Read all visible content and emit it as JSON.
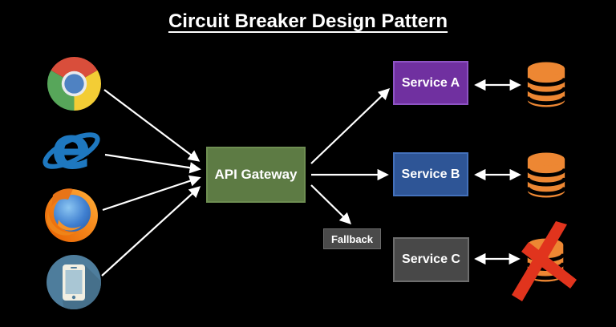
{
  "title": "Circuit Breaker Design Pattern",
  "clients": [
    {
      "icon": "chrome-browser-icon"
    },
    {
      "icon": "internet-explorer-browser-icon"
    },
    {
      "icon": "firefox-browser-icon"
    },
    {
      "icon": "mobile-phone-icon"
    }
  ],
  "gateway": {
    "label": "API Gateway"
  },
  "services": [
    {
      "label": "Service A"
    },
    {
      "label": "Service B"
    },
    {
      "label": "Service C"
    }
  ],
  "fallback": {
    "label": "Fallback"
  },
  "databases": [
    {
      "icon": "database-icon",
      "crossed_out": false
    },
    {
      "icon": "database-icon",
      "crossed_out": false
    },
    {
      "icon": "database-icon",
      "crossed_out": true
    }
  ],
  "colors": {
    "background": "#000000",
    "title_text": "#ffffff",
    "gateway_fill": "#5d7b44",
    "service_a_fill": "#7030a0",
    "service_b_fill": "#2e5596",
    "service_c_fill": "#484848",
    "fallback_fill": "#4a4a4a",
    "database_orange": "#ed8733",
    "failure_x_red": "#e1341d",
    "arrow": "#ffffff"
  }
}
